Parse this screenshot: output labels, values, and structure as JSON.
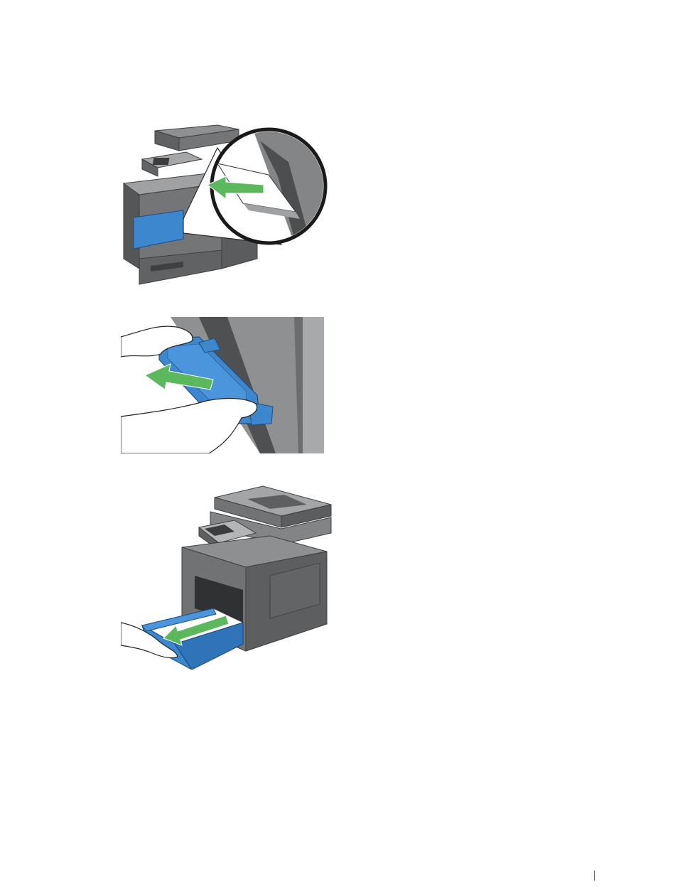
{
  "page": {
    "figures": [
      {
        "description_id": "insert-paper-manual-feeder"
      },
      {
        "description_id": "pull-out-feeder-cover"
      },
      {
        "description_id": "pull-out-paper-tray"
      }
    ]
  },
  "colors": {
    "printer_body": "#6d6f71",
    "printer_dark": "#4b4d4f",
    "printer_light": "#9a9c9e",
    "accent_blue": "#3d87cf",
    "arrow_green": "#5cb85c",
    "paper": "#ffffff"
  }
}
